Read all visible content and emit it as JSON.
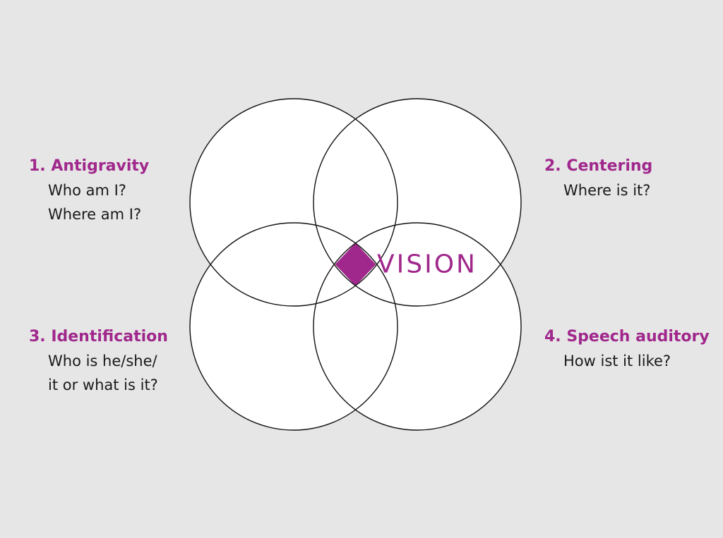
{
  "center": {
    "label": "VISION",
    "color": "#a0288c"
  },
  "quadrants": [
    {
      "title": "1. Antigravity",
      "lines": [
        "Who am I?",
        "Where am I?"
      ]
    },
    {
      "title": "2. Centering",
      "lines": [
        "Where is it?"
      ]
    },
    {
      "title": "3. Identification",
      "lines": [
        "Who is he/she/",
        "it or what is it?"
      ]
    },
    {
      "title": "4. Speech auditory",
      "lines": [
        "How ist it like?"
      ]
    }
  ],
  "colors": {
    "background": "#e6e6e6",
    "accent": "#a0288c",
    "circle_fill": "#ffffff",
    "circle_stroke": "#111111",
    "text": "#1a1a1a"
  }
}
